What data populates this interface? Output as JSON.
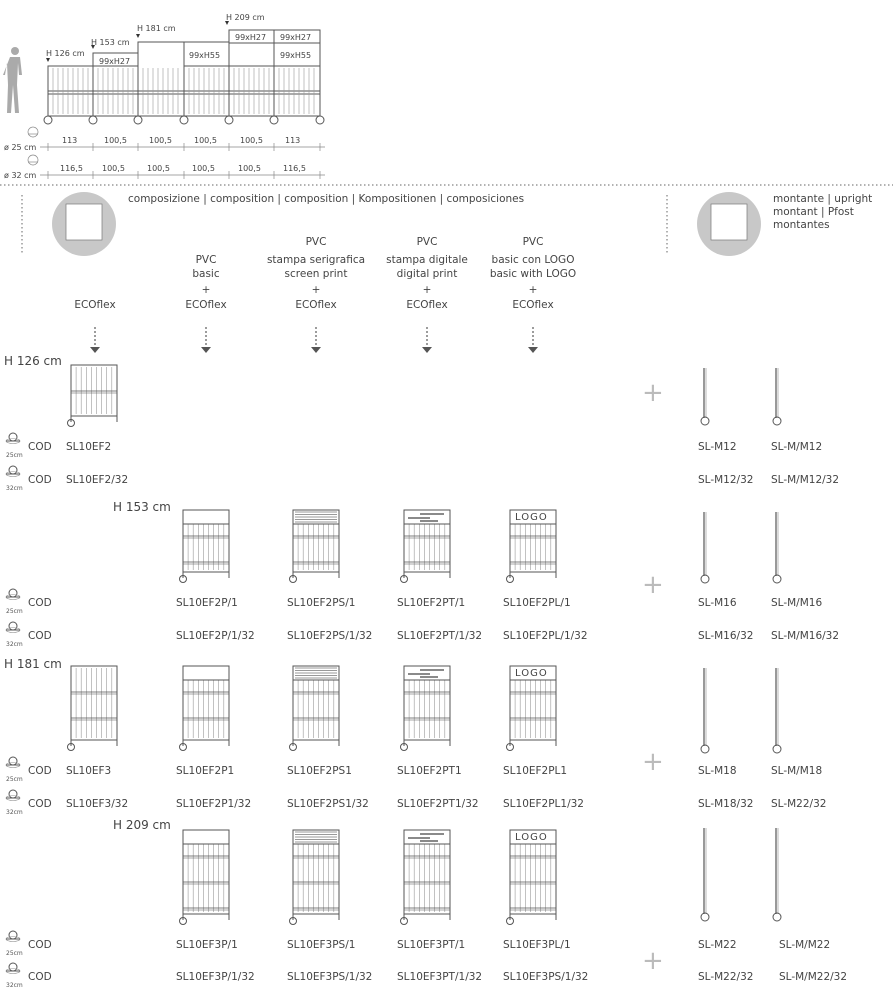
{
  "overview": {
    "heights": [
      "H 126 cm",
      "H 153 cm",
      "H 181 cm",
      "H 209 cm"
    ],
    "panels": [
      "99xH27",
      "99xH55",
      "99xH27",
      "99xH27",
      "99xH55"
    ],
    "row25": {
      "label": "ø 25 cm",
      "values": [
        "113",
        "100,5",
        "100,5",
        "100,5",
        "100,5",
        "113"
      ]
    },
    "row32": {
      "label": "ø 32 cm",
      "values": [
        "116,5",
        "100,5",
        "100,5",
        "100,5",
        "100,5",
        "116,5"
      ]
    }
  },
  "composition_title": "composizione | composition | composition | Kompositionen | composiciones",
  "upright_title": [
    "montante | upright",
    "montant | Pfost",
    "montantes"
  ],
  "columns": [
    {
      "lines": [
        "",
        "",
        "",
        "",
        "ECOflex"
      ]
    },
    {
      "lines": [
        "",
        "PVC",
        "basic",
        "+",
        "ECOflex"
      ]
    },
    {
      "lines": [
        "PVC",
        "stampa serigrafica",
        "screen print",
        "+",
        "ECOflex"
      ]
    },
    {
      "lines": [
        "PVC",
        "stampa digitale",
        "digital print",
        "+",
        "ECOflex"
      ]
    },
    {
      "lines": [
        "PVC",
        "basic con LOGO",
        "basic with LOGO",
        "+",
        "ECOflex"
      ]
    }
  ],
  "logo_text": "LOGO",
  "cod_label": "COD",
  "base25": "25cm",
  "base32": "32cm",
  "plus": "+",
  "sections": [
    {
      "height": "H 126 cm",
      "codes25": [
        "SL10EF2",
        "",
        "",
        "",
        ""
      ],
      "codes32": [
        "SL10EF2/32",
        "",
        "",
        "",
        ""
      ],
      "uprights25": [
        "SL-M12",
        "SL-M/M12"
      ],
      "uprights32": [
        "SL-M12/32",
        "SL-M/M12/32"
      ]
    },
    {
      "height": "H 153 cm",
      "codes25": [
        "",
        "SL10EF2P/1",
        "SL10EF2PS/1",
        "SL10EF2PT/1",
        "SL10EF2PL/1"
      ],
      "codes32": [
        "",
        "SL10EF2P/1/32",
        "SL10EF2PS/1/32",
        "SL10EF2PT/1/32",
        "SL10EF2PL/1/32"
      ],
      "uprights25": [
        "SL-M16",
        "SL-M/M16"
      ],
      "uprights32": [
        "SL-M16/32",
        "SL-M/M16/32"
      ]
    },
    {
      "height": "H 181 cm",
      "codes25": [
        "SL10EF3",
        "SL10EF2P1",
        "SL10EF2PS1",
        "SL10EF2PT1",
        "SL10EF2PL1"
      ],
      "codes32": [
        "SL10EF3/32",
        "SL10EF2P1/32",
        "SL10EF2PS1/32",
        "SL10EF2PT1/32",
        "SL10EF2PL1/32"
      ],
      "uprights25": [
        "SL-M18",
        "SL-M/M18"
      ],
      "uprights32": [
        "SL-M18/32",
        "SL-M22/32"
      ]
    },
    {
      "height": "H 209 cm",
      "codes25": [
        "",
        "SL10EF3P/1",
        "SL10EF3PS/1",
        "SL10EF3PT/1",
        "SL10EF3PL/1"
      ],
      "codes32": [
        "",
        "SL10EF3P/1/32",
        "SL10EF3PS/1/32",
        "SL10EF3PT/1/32",
        "SL10EF3PS/1/32"
      ],
      "uprights25": [
        "SL-M22",
        "SL-M/M22"
      ],
      "uprights32": [
        "SL-M22/32",
        "SL-M/M22/32"
      ]
    }
  ]
}
